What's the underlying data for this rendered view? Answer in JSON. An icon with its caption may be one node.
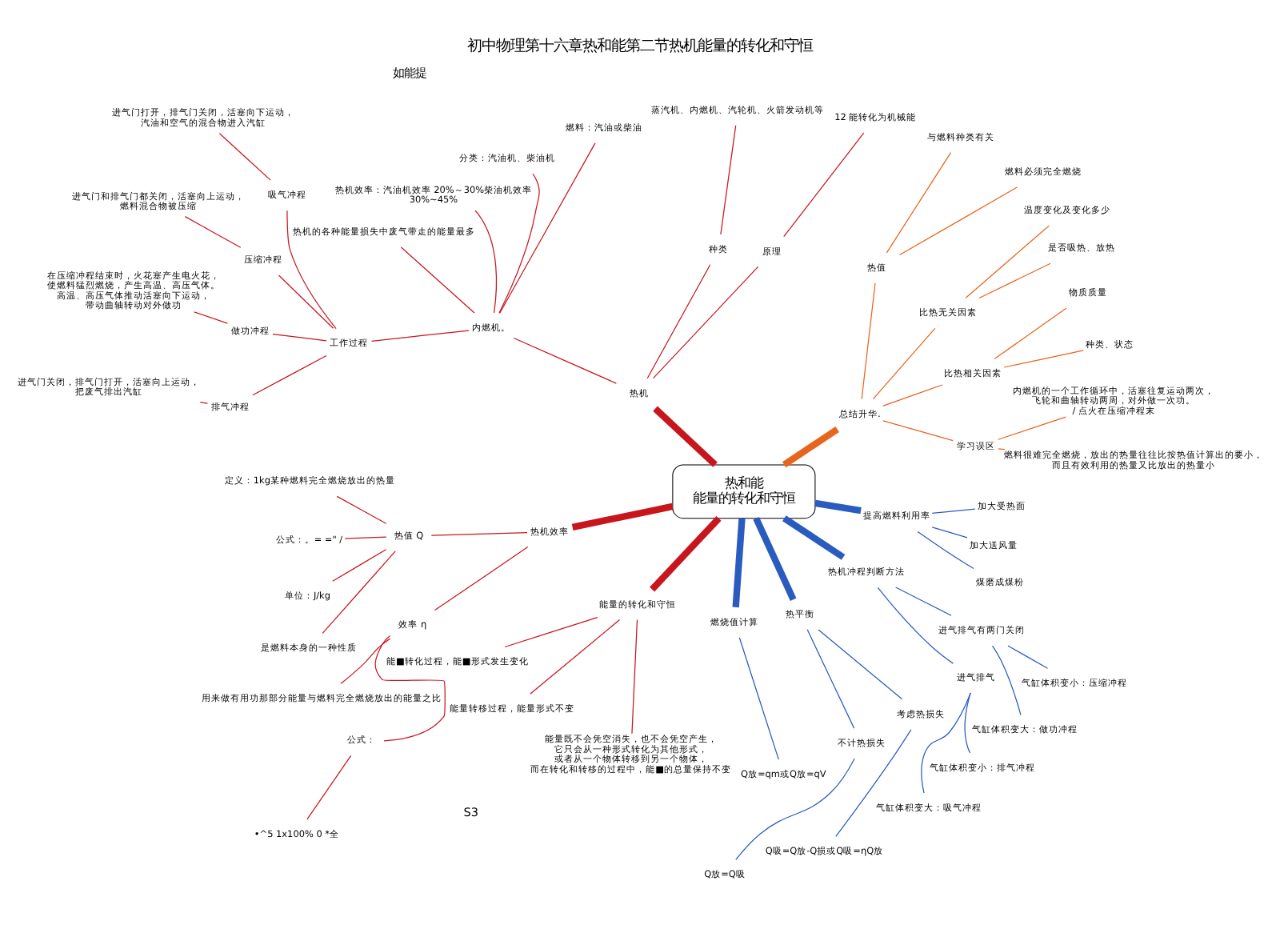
{
  "diagram": {
    "title": "初中物理第十六章热和能第二节热机能量的转化和守恒",
    "nodes": [
      {
        "text": [
          "热和能",
          "能量的转化和守恒"
        ]
      },
      {
        "text": [
          "总结升华."
        ]
      },
      {
        "text": [
          "学习误区"
        ]
      },
      {
        "text": [
          "燃料很难完全燃烧，放出的热量往往比按热值计算出的要小，而且有效利用的热量又比放出的热量小"
        ]
      },
      {
        "text": [
          "内燃机的一个工作循环中，活塞往复运动两次，飞轮和曲轴转动两周，对外做一次功。/ 点火在压缩冲程末"
        ]
      },
      {
        "text": [
          "比热相关因素"
        ]
      },
      {
        "text": [
          "种类、状态"
        ]
      },
      {
        "text": [
          "物质质量"
        ]
      },
      {
        "text": [
          "比热无关因素"
        ]
      },
      {
        "text": [
          "是否吸热、放热"
        ]
      },
      {
        "text": [
          "温度变化及变化多少"
        ]
      },
      {
        "text": [
          "热值"
        ]
      },
      {
        "text": [
          "燃料必须完全燃烧"
        ]
      },
      {
        "text": [
          "与燃料种类有关"
        ]
      },
      {
        "text": [
          "热机"
        ]
      },
      {
        "text": [
          "原理"
        ]
      },
      {
        "text": [
          "12 能转化为机械能"
        ]
      },
      {
        "text": [
          "种类"
        ]
      },
      {
        "text": [
          "蒸汽机、内燃机、汽轮机、火箭发动机等"
        ]
      },
      {
        "text": [
          "内燃机。"
        ]
      },
      {
        "text": [
          "燃料：汽油或柴油"
        ]
      },
      {
        "text": [
          "分类：汽油机、柴油机"
        ]
      },
      {
        "text": [
          "热机效率：汽油机效率 20%～30%柴油机效率 30%~45%"
        ]
      },
      {
        "text": [
          "热机的各种能量损失中废气带走的能量最多"
        ]
      },
      {
        "text": [
          "工作过程"
        ]
      },
      {
        "text": [
          "吸气冲程"
        ]
      },
      {
        "text": [
          "进气门打开，排气门关闭，活塞向下运动，汽油和空气的混合物进入汽缸"
        ]
      },
      {
        "text": [
          "压缩冲程"
        ]
      },
      {
        "text": [
          "进气门和排气门都关闭，活塞向上运动，燃料混合物被压缩"
        ]
      },
      {
        "text": [
          "做功冲程"
        ]
      },
      {
        "text": [
          "在压缩冲程结束时，火花塞产生电火花，使燃料猛烈燃烧，产生高温、高压气体。高温、高压气体推动活塞向下运动，带动曲轴转动对外做功"
        ]
      },
      {
        "text": [
          "排气冲程"
        ]
      },
      {
        "text": [
          "进气门关闭，排气门打开，活塞向上运动，把废气排出汽缸"
        ]
      },
      {
        "text": [
          "热机效率"
        ]
      },
      {
        "text": [
          "热值 Q"
        ]
      },
      {
        "text": [
          "定义：1kg某种燃料完全燃烧放出的热量"
        ]
      },
      {
        "text": [
          "公式：。= =\" /"
        ]
      },
      {
        "text": [
          "单位：J/kg"
        ]
      },
      {
        "text": [
          "是燃料本身的一种性质"
        ]
      },
      {
        "text": [
          "效率 η"
        ]
      },
      {
        "text": [
          "用来做有用功那部分能量与燃料完全燃烧放出的能量之比"
        ]
      },
      {
        "text": [
          "公式："
        ]
      },
      {
        "text": [
          "•^5 1x100% 0 *全"
        ]
      },
      {
        "text": [
          "能量的转化和守恒"
        ]
      },
      {
        "text": [
          "能■转化过程，能■形式发生变化"
        ]
      },
      {
        "text": [
          "能量转移过程，能量形式不变"
        ]
      },
      {
        "text": [
          "能量既不会凭空消失，也不会凭空产生，它只会从一种形式转化为其他形式，或者从一个物体转移到另一个物体，而在转化和转移的过程中，能■的总量保持不变"
        ]
      },
      {
        "text": [
          "燃烧值计算"
        ]
      },
      {
        "text": [
          "Q放=qm或Q放=qV"
        ]
      },
      {
        "text": [
          "热平衡"
        ]
      },
      {
        "text": [
          "不计热损失"
        ]
      },
      {
        "text": [
          "Q放=Q吸"
        ]
      },
      {
        "text": [
          "考虑热损失"
        ]
      },
      {
        "text": [
          "Q吸=Q放-Q损或Q吸=ηQ放"
        ]
      },
      {
        "text": [
          "热机冲程判断方法"
        ]
      },
      {
        "text": [
          "进气排气"
        ]
      },
      {
        "text": [
          "气缸体积变大：吸气冲程"
        ]
      },
      {
        "text": [
          "气缸体积变小：排气冲程"
        ]
      },
      {
        "text": [
          "进气排气有两门关闭"
        ]
      },
      {
        "text": [
          "气缸体积变大：做功冲程"
        ]
      },
      {
        "text": [
          "气缸体积变小：压缩冲程"
        ]
      },
      {
        "text": [
          "提高燃料利用率"
        ]
      },
      {
        "text": [
          "煤磨成煤粉"
        ]
      },
      {
        "text": [
          "加大送风量"
        ]
      },
      {
        "text": [
          "加大受热面"
        ]
      }
    ],
    "edges": [
      {
        "from": 0,
        "to": 1,
        "arrow": "none",
        "style": "thick",
        "color": "#e8651e"
      },
      {
        "from": 1,
        "to": 2,
        "arrow": "none",
        "color": "#e8651e"
      },
      {
        "from": 2,
        "to": 3,
        "arrow": "none",
        "color": "#e8651e"
      },
      {
        "from": 2,
        "to": 4,
        "arrow": "none",
        "color": "#e8651e"
      },
      {
        "from": 1,
        "to": 5,
        "arrow": "none",
        "color": "#e8651e"
      },
      {
        "from": 5,
        "to": 6,
        "arrow": "none",
        "color": "#e8651e"
      },
      {
        "from": 5,
        "to": 7,
        "arrow": "none",
        "color": "#e8651e"
      },
      {
        "from": 1,
        "to": 8,
        "arrow": "none",
        "color": "#e8651e"
      },
      {
        "from": 8,
        "to": 9,
        "arrow": "none",
        "color": "#e8651e"
      },
      {
        "from": 8,
        "to": 10,
        "arrow": "none",
        "color": "#e8651e"
      },
      {
        "from": 1,
        "to": 11,
        "arrow": "none",
        "color": "#e8651e"
      },
      {
        "from": 11,
        "to": 12,
        "arrow": "none",
        "color": "#e8651e"
      },
      {
        "from": 11,
        "to": 13,
        "arrow": "none",
        "color": "#e8651e"
      },
      {
        "from": 0,
        "to": 14,
        "arrow": "none",
        "style": "thick"
      },
      {
        "from": 14,
        "to": 15,
        "arrow": "none"
      },
      {
        "from": 15,
        "to": 16,
        "arrow": "none"
      },
      {
        "from": 14,
        "to": 17,
        "arrow": "none"
      },
      {
        "from": 17,
        "to": 18,
        "arrow": "none"
      },
      {
        "from": 14,
        "to": 19,
        "arrow": "none"
      },
      {
        "from": 19,
        "to": 20,
        "arrow": "none"
      },
      {
        "from": 19,
        "to": 21,
        "arrow": "none"
      },
      {
        "from": 19,
        "to": 22,
        "arrow": "none"
      },
      {
        "from": 19,
        "to": 23,
        "arrow": "none"
      },
      {
        "from": 19,
        "to": 24,
        "arrow": "none"
      },
      {
        "from": 24,
        "to": 25,
        "arrow": "none"
      },
      {
        "from": 25,
        "to": 26,
        "arrow": "none"
      },
      {
        "from": 24,
        "to": 27,
        "arrow": "none"
      },
      {
        "from": 27,
        "to": 28,
        "arrow": "none"
      },
      {
        "from": 24,
        "to": 29,
        "arrow": "none"
      },
      {
        "from": 29,
        "to": 30,
        "arrow": "none"
      },
      {
        "from": 24,
        "to": 31,
        "arrow": "none"
      },
      {
        "from": 31,
        "to": 32,
        "arrow": "none"
      },
      {
        "from": 0,
        "to": 33,
        "arrow": "none",
        "style": "thick"
      },
      {
        "from": 33,
        "to": 34,
        "arrow": "none"
      },
      {
        "from": 34,
        "to": 35,
        "arrow": "none"
      },
      {
        "from": 34,
        "to": 36,
        "arrow": "none"
      },
      {
        "from": 34,
        "to": 37,
        "arrow": "none"
      },
      {
        "from": 34,
        "to": 38,
        "arrow": "none"
      },
      {
        "from": 33,
        "to": 39,
        "arrow": "none"
      },
      {
        "from": 39,
        "to": 40,
        "arrow": "none"
      },
      {
        "from": 39,
        "to": 41,
        "arrow": "none"
      },
      {
        "from": 41,
        "to": 42,
        "arrow": "none"
      },
      {
        "from": 0,
        "to": 43,
        "arrow": "none",
        "style": "thick"
      },
      {
        "from": 43,
        "to": 44,
        "arrow": "none"
      },
      {
        "from": 43,
        "to": 45,
        "arrow": "none"
      },
      {
        "from": 43,
        "to": 46,
        "arrow": "none"
      },
      {
        "from": 0,
        "to": 47,
        "arrow": "none",
        "style": "thick",
        "color": "#2a5cbf"
      },
      {
        "from": 47,
        "to": 48,
        "arrow": "none",
        "color": "#2a5cbf"
      },
      {
        "from": 0,
        "to": 49,
        "arrow": "none",
        "style": "thick",
        "color": "#2a5cbf"
      },
      {
        "from": 49,
        "to": 50,
        "arrow": "none",
        "color": "#2a5cbf"
      },
      {
        "from": 50,
        "to": 51,
        "arrow": "none",
        "color": "#2a5cbf"
      },
      {
        "from": 49,
        "to": 52,
        "arrow": "none",
        "color": "#2a5cbf"
      },
      {
        "from": 52,
        "to": 53,
        "arrow": "none",
        "color": "#2a5cbf"
      },
      {
        "from": 0,
        "to": 54,
        "arrow": "none",
        "style": "thick",
        "color": "#2a5cbf"
      },
      {
        "from": 54,
        "to": 55,
        "arrow": "none",
        "color": "#2a5cbf"
      },
      {
        "from": 55,
        "to": 56,
        "arrow": "none",
        "color": "#2a5cbf"
      },
      {
        "from": 55,
        "to": 57,
        "arrow": "none",
        "color": "#2a5cbf"
      },
      {
        "from": 54,
        "to": 58,
        "arrow": "none",
        "color": "#2a5cbf"
      },
      {
        "from": 58,
        "to": 59,
        "arrow": "none",
        "color": "#2a5cbf"
      },
      {
        "from": 58,
        "to": 60,
        "arrow": "none",
        "color": "#2a5cbf"
      },
      {
        "from": 0,
        "to": 61,
        "arrow": "none",
        "style": "thick",
        "color": "#2a5cbf"
      },
      {
        "from": 61,
        "to": 62,
        "arrow": "none",
        "color": "#2a5cbf"
      },
      {
        "from": 61,
        "to": 63,
        "arrow": "none",
        "color": "#2a5cbf"
      },
      {
        "from": 61,
        "to": 64,
        "arrow": "none",
        "color": "#2a5cbf"
      }
    ],
    "labels": [
      "如能提",
      "S3"
    ]
  }
}
